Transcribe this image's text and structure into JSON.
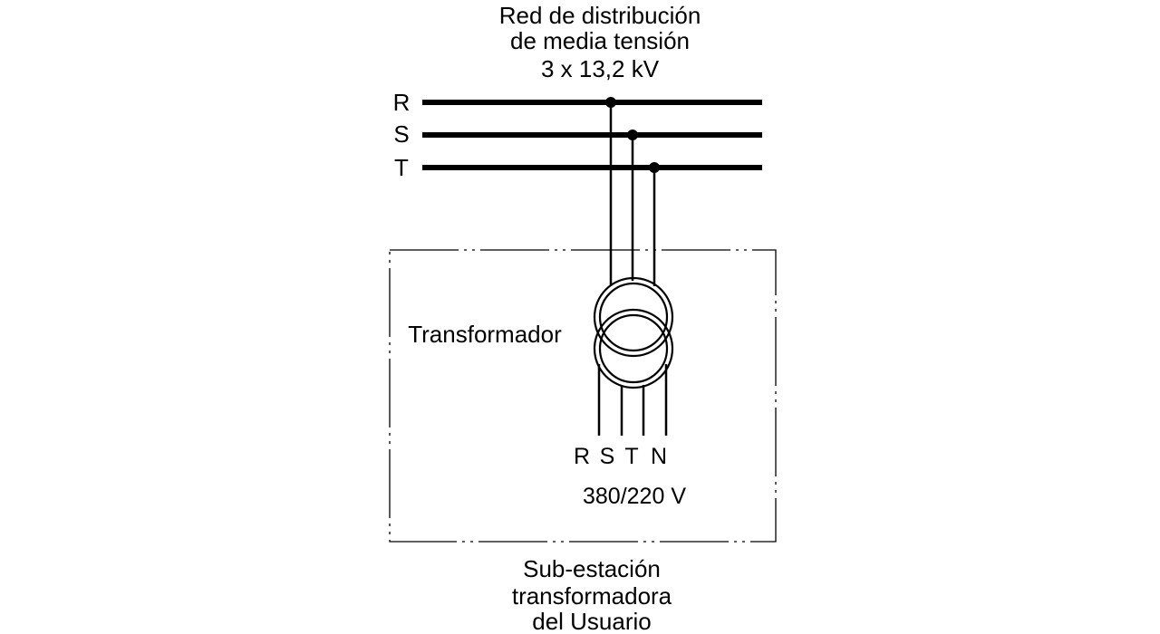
{
  "header": {
    "title_line1": "Red de distribución",
    "title_line2": "de media tensión",
    "voltage": "3 x 13,2 kV"
  },
  "phases": [
    "R",
    "S",
    "T"
  ],
  "transformer": {
    "label": "Transformador"
  },
  "output": {
    "terminals": [
      "R",
      "S",
      "T",
      "N"
    ],
    "voltage": "380/220 V"
  },
  "substation": {
    "line1": "Sub-estación",
    "line2": "transformadora",
    "line3": "del Usuario"
  },
  "colors": {
    "ink": "#000000",
    "background": "#ffffff"
  }
}
